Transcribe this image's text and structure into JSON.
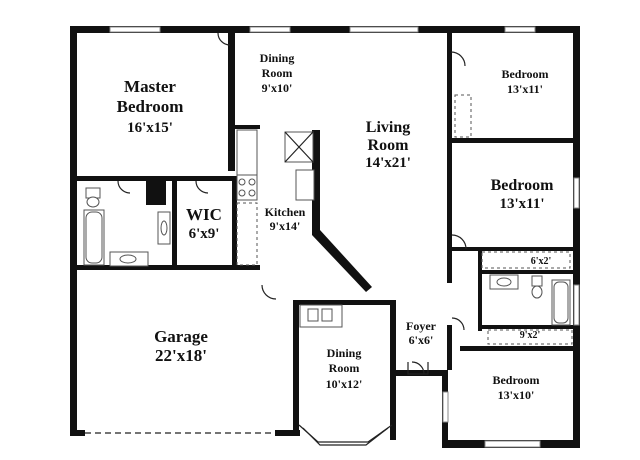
{
  "rooms": {
    "master_bedroom": {
      "name_line1": "Master",
      "name_line2": "Bedroom",
      "size": "16'x15'"
    },
    "dining_room_top": {
      "name_line1": "Dining",
      "name_line2": "Room",
      "size": "9'x10'"
    },
    "living_room": {
      "name_line1": "Living",
      "name_line2": "Room",
      "size": "14'x21'"
    },
    "bedroom_1": {
      "name": "Bedroom",
      "size": "13'x11'"
    },
    "bedroom_2": {
      "name": "Bedroom",
      "size": "13'x11'"
    },
    "wic": {
      "name": "WIC",
      "size": "6'x9'"
    },
    "kitchen": {
      "name": "Kitchen",
      "size": "9'x14'"
    },
    "closet_1": {
      "size": "6'x2'"
    },
    "garage": {
      "name": "Garage",
      "size": "22'x18'"
    },
    "foyer": {
      "name": "Foyer",
      "size": "6'x6'"
    },
    "closet_2": {
      "size": "9'x2'"
    },
    "dining_room_bottom": {
      "name_line1": "Dining",
      "name_line2": "Room",
      "size": "10'x12'"
    },
    "bedroom_3": {
      "name": "Bedroom",
      "size": "13'x10'"
    }
  }
}
